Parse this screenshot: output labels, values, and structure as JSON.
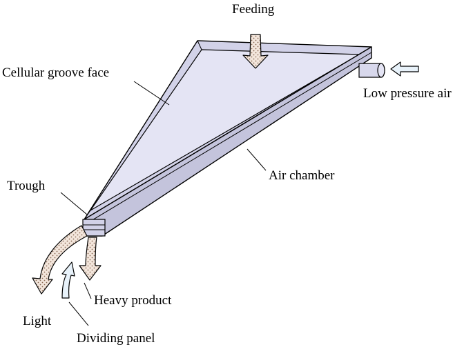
{
  "labels": {
    "feeding": "Feeding",
    "cellular_groove_face": "Cellular groove face",
    "low_pressure_air": "Low pressure air",
    "air_chamber": "Air chamber",
    "trough": "Trough",
    "heavy_product": "Heavy product",
    "light": "Light",
    "dividing_panel": "Dividing panel"
  },
  "colors": {
    "deck_face": "#e4e4f4",
    "deck_edge": "#d2d2e8",
    "deck_side": "#c4c4dc",
    "material_fill": "#f3e6dc",
    "material_dots": "#8a6a55",
    "air_arrow_fill": "#e8f2fa",
    "stroke": "#000000"
  }
}
